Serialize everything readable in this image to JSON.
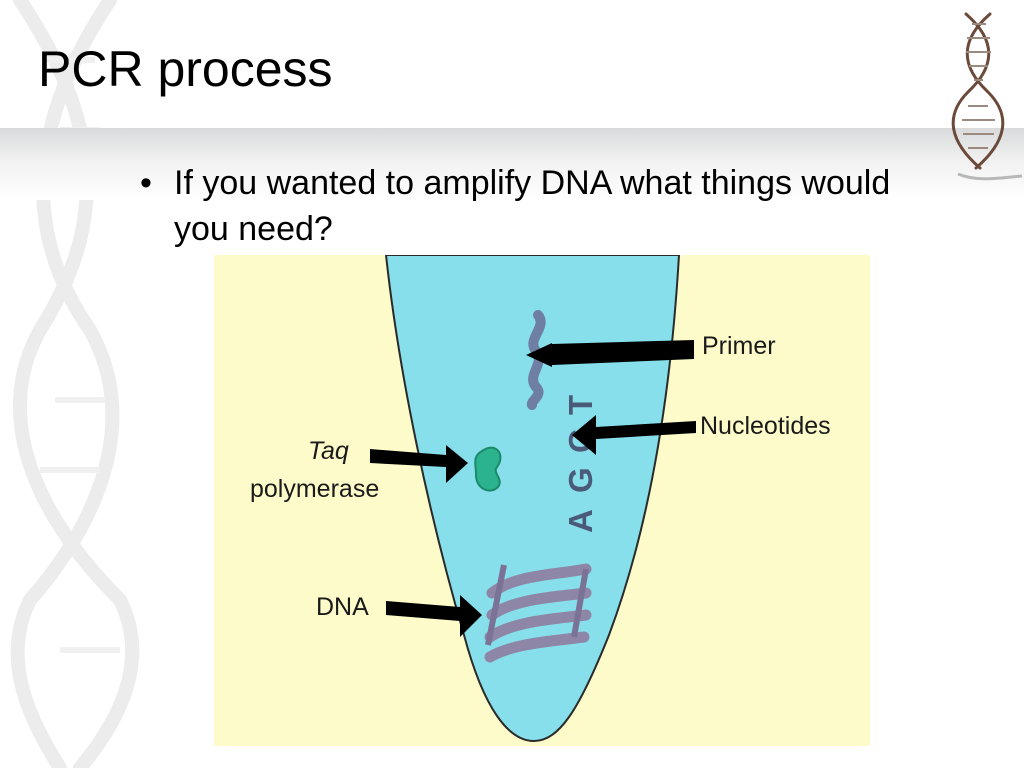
{
  "slide": {
    "title": "PCR process",
    "bullets": [
      {
        "marker": "•",
        "text": "If you wanted to amplify DNA what things would you need?"
      }
    ]
  },
  "figure": {
    "labels": {
      "primer": "Primer",
      "nucleotides": "Nucleotides",
      "taq": "Taq",
      "polymerase": "polymerase",
      "dna": "DNA"
    },
    "bases": [
      "A",
      "G",
      "C",
      "T"
    ],
    "colors": {
      "panel": "#fdfbc9",
      "tube": "#86dfea",
      "primer": "#6f7fa3",
      "enzyme": "#2bb38e",
      "dna": "#8e86a6",
      "arrow": "#000000"
    }
  },
  "icons": {
    "background": "dna-helix-icon",
    "corner": "dna-helix-icon"
  }
}
